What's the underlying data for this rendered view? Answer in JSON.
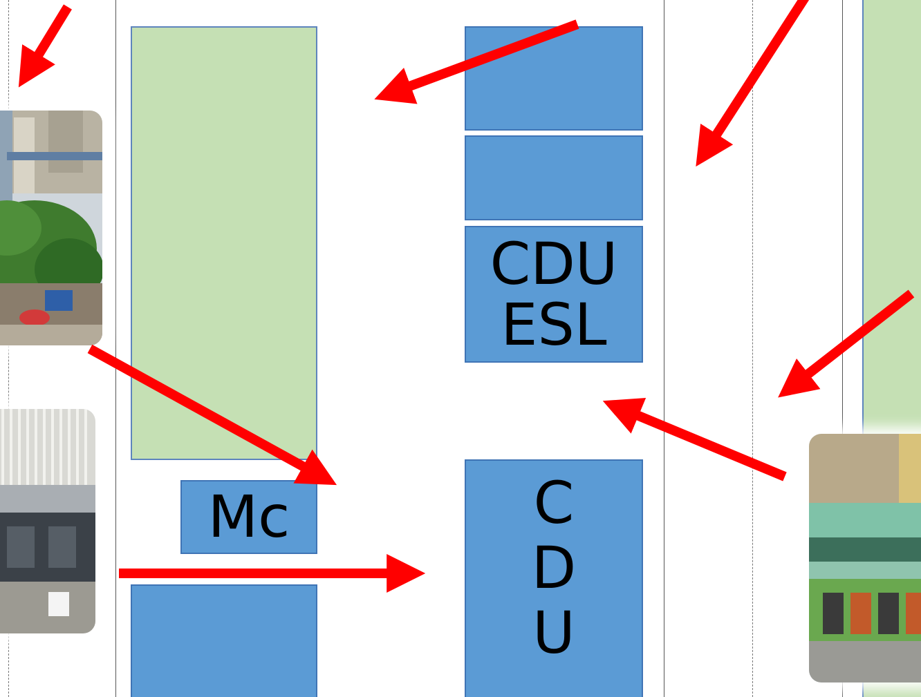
{
  "colors": {
    "road_block_blue": "#5b9bd5",
    "building_green": "#c5e0b4",
    "arrow_red": "#ff0000",
    "border_blue": "#3f74b5"
  },
  "blocks": {
    "mcdonalds_label": "Mc",
    "cdu_esl_line1": "CDU",
    "cdu_esl_line2": "ESL",
    "cdu_vertical": [
      "C",
      "D",
      "U"
    ]
  },
  "photos": {
    "left_top": "street-photo",
    "left_bottom": "building-photo",
    "right": "storefront-photo"
  }
}
